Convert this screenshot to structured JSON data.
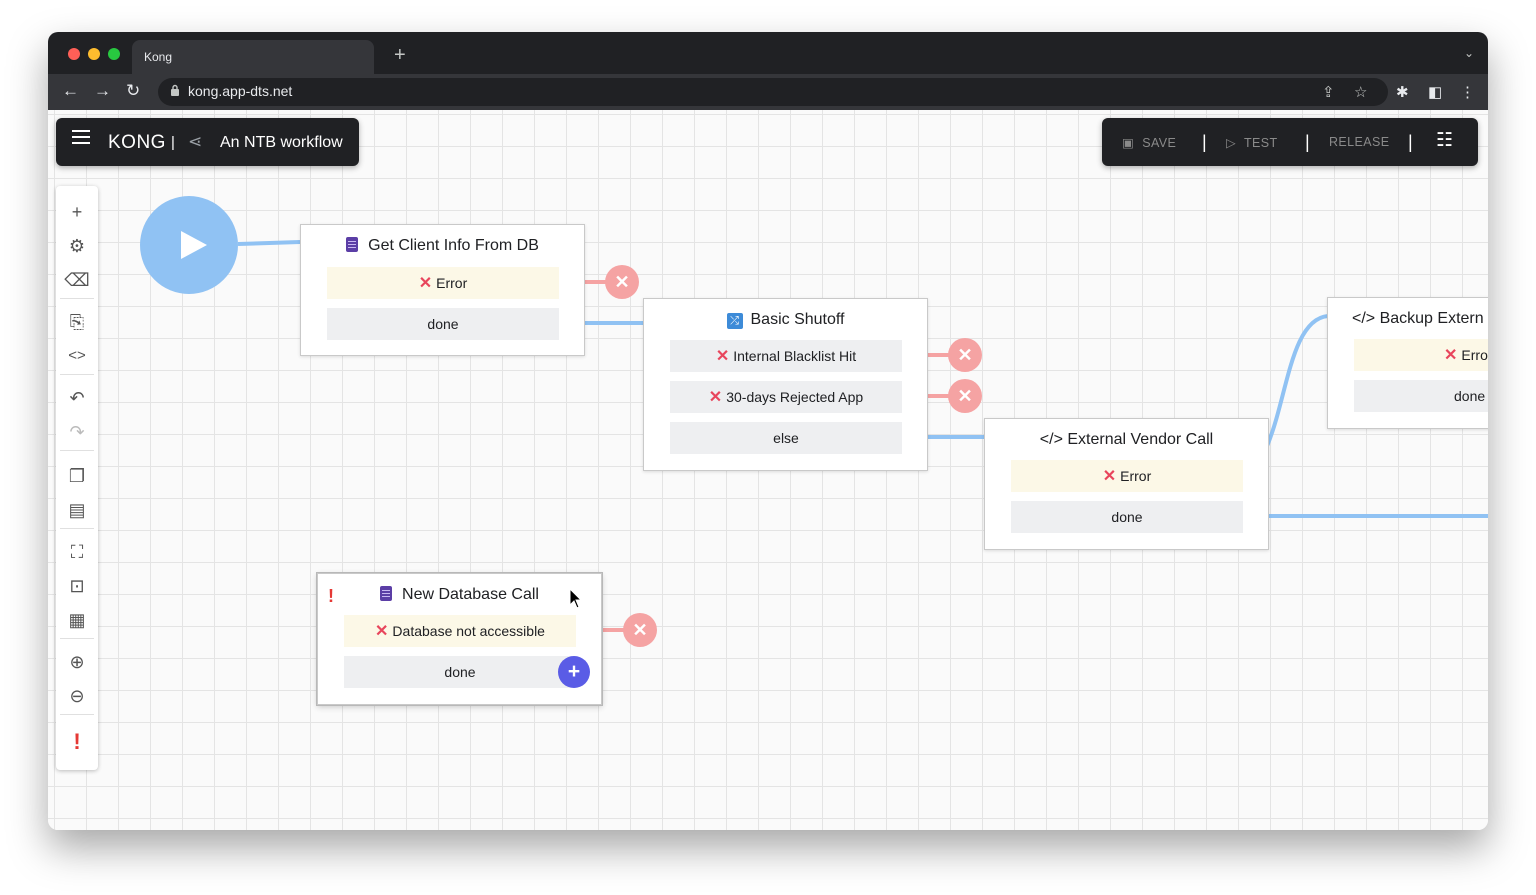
{
  "browser": {
    "tab_title": "Kong",
    "new_tab": "+",
    "url": "kong.app-dts.net"
  },
  "app": {
    "brand": "KONG",
    "separator": "|",
    "workflow_name": "An NTB workflow",
    "actions": {
      "save": "SAVE",
      "test": "TEST",
      "release": "RELEASE",
      "sep": "|"
    }
  },
  "sidebar": {
    "tools": [
      {
        "name": "add-icon",
        "glyph": "+"
      },
      {
        "name": "settings-icon",
        "glyph": "⚙"
      },
      {
        "name": "delete-icon",
        "glyph": "🗑"
      },
      {
        "name": "document-icon",
        "glyph": "📋"
      },
      {
        "name": "code-icon",
        "glyph": "<>"
      },
      {
        "name": "undo-icon",
        "glyph": "↶"
      },
      {
        "name": "redo-icon",
        "glyph": "↷"
      },
      {
        "name": "copy-icon",
        "glyph": "⧉"
      },
      {
        "name": "paste-icon",
        "glyph": "📋"
      },
      {
        "name": "fit-screen-icon",
        "glyph": "⛶"
      },
      {
        "name": "focus-icon",
        "glyph": "⊙"
      },
      {
        "name": "layout-icon",
        "glyph": "▦"
      },
      {
        "name": "zoom-in-icon",
        "glyph": "⊕"
      },
      {
        "name": "zoom-out-icon",
        "glyph": "⊖"
      },
      {
        "name": "warning-icon",
        "glyph": "!"
      }
    ]
  },
  "nodes": {
    "get_client": {
      "title": "Get Client Info From DB",
      "ports": [
        "Error",
        "done"
      ]
    },
    "basic_shutoff": {
      "title": "Basic Shutoff",
      "ports": [
        "Internal Blacklist Hit",
        "30-days Rejected App",
        "else"
      ]
    },
    "external_vendor": {
      "title": "</> External Vendor Call",
      "ports": [
        "Error",
        "done"
      ]
    },
    "backup_external": {
      "title": "</> Backup Extern",
      "ports": [
        "Erro",
        "done"
      ]
    },
    "new_db": {
      "warning": "!",
      "title": "New Database Call",
      "ports": [
        "Database not accessible",
        "done"
      ]
    }
  },
  "glyphs": {
    "error_x": "✕",
    "end_x": "✕",
    "add": "+",
    "shuffle": "⤮"
  },
  "colors": {
    "accent_wire": "#90c2f3",
    "error_wire": "#f5a3a3",
    "error_x": "#e8455c",
    "add_button": "#5a5ce6",
    "db_icon": "#5b3ea6"
  }
}
